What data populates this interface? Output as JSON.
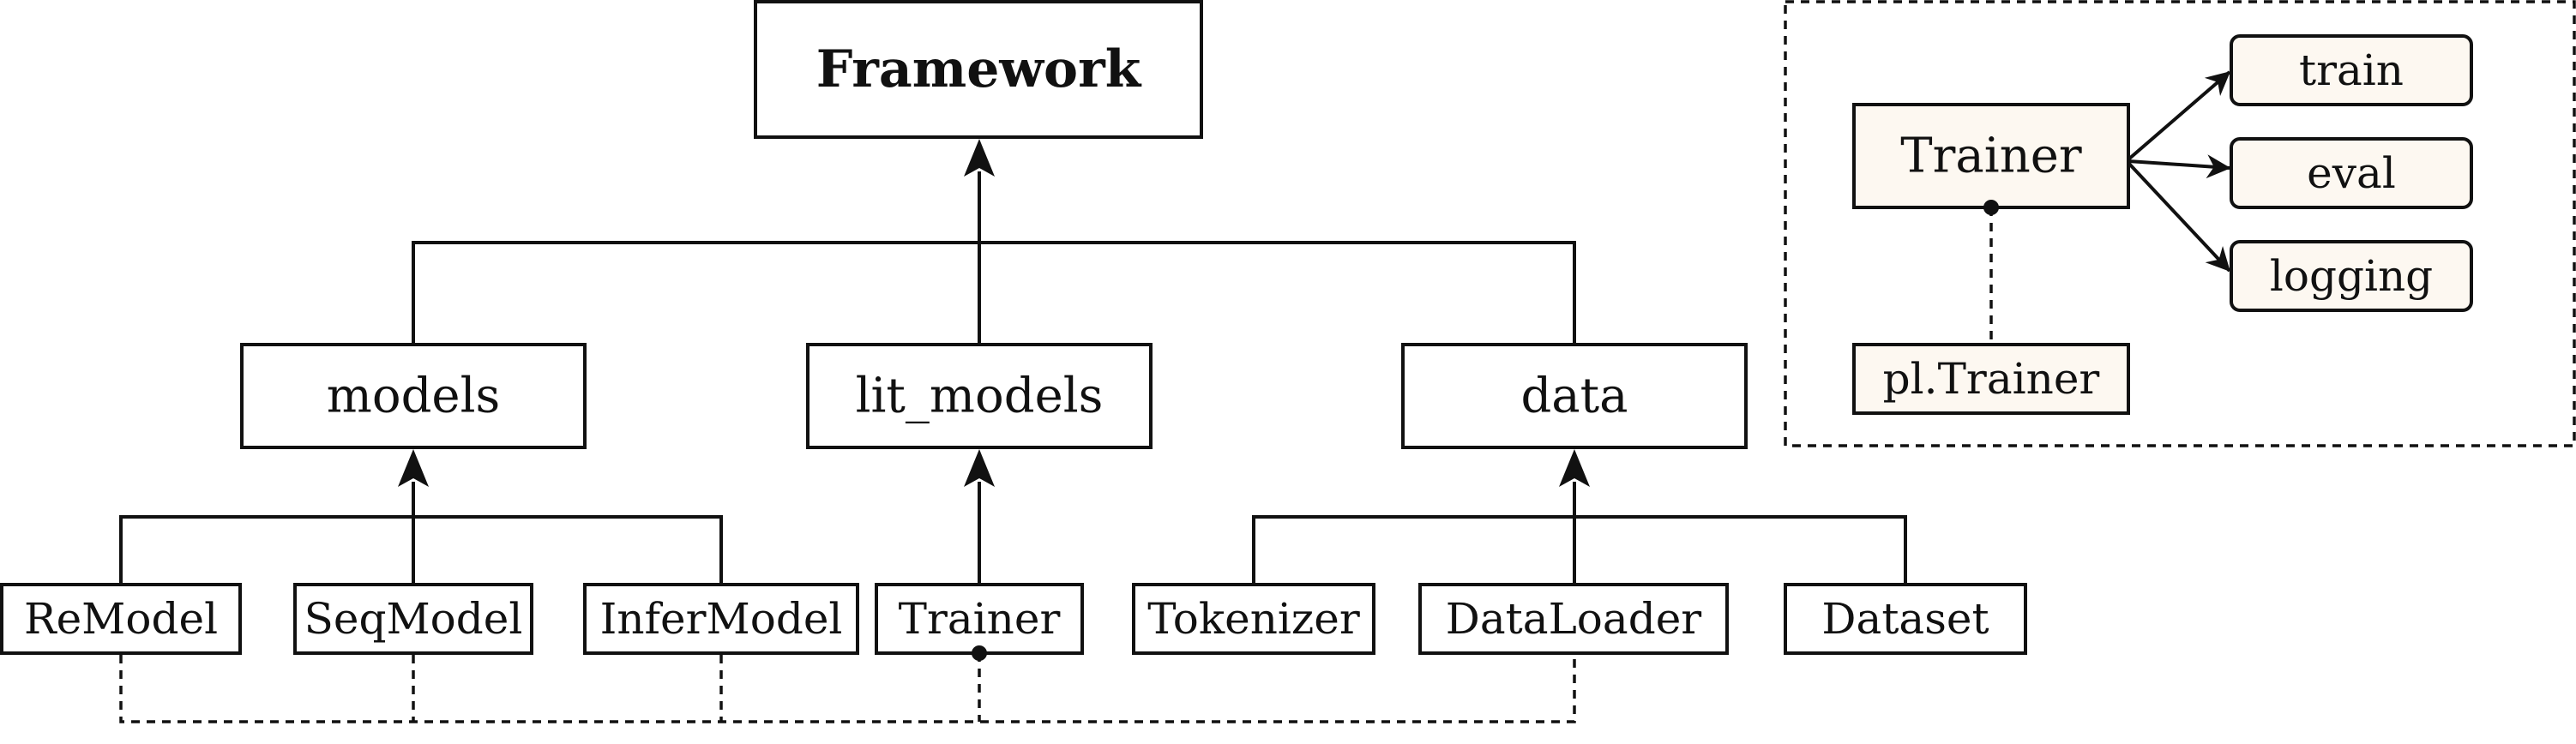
{
  "main": {
    "root": "Framework",
    "modules": [
      "models",
      "lit_models",
      "data"
    ],
    "classes": [
      "ReModel",
      "SeqModel",
      "InferModel",
      "Trainer",
      "Tokenizer",
      "DataLoader",
      "Dataset"
    ]
  },
  "inset": {
    "trainer": "Trainer",
    "methods": [
      "train",
      "eval",
      "logging"
    ],
    "base": "pl.Trainer"
  }
}
